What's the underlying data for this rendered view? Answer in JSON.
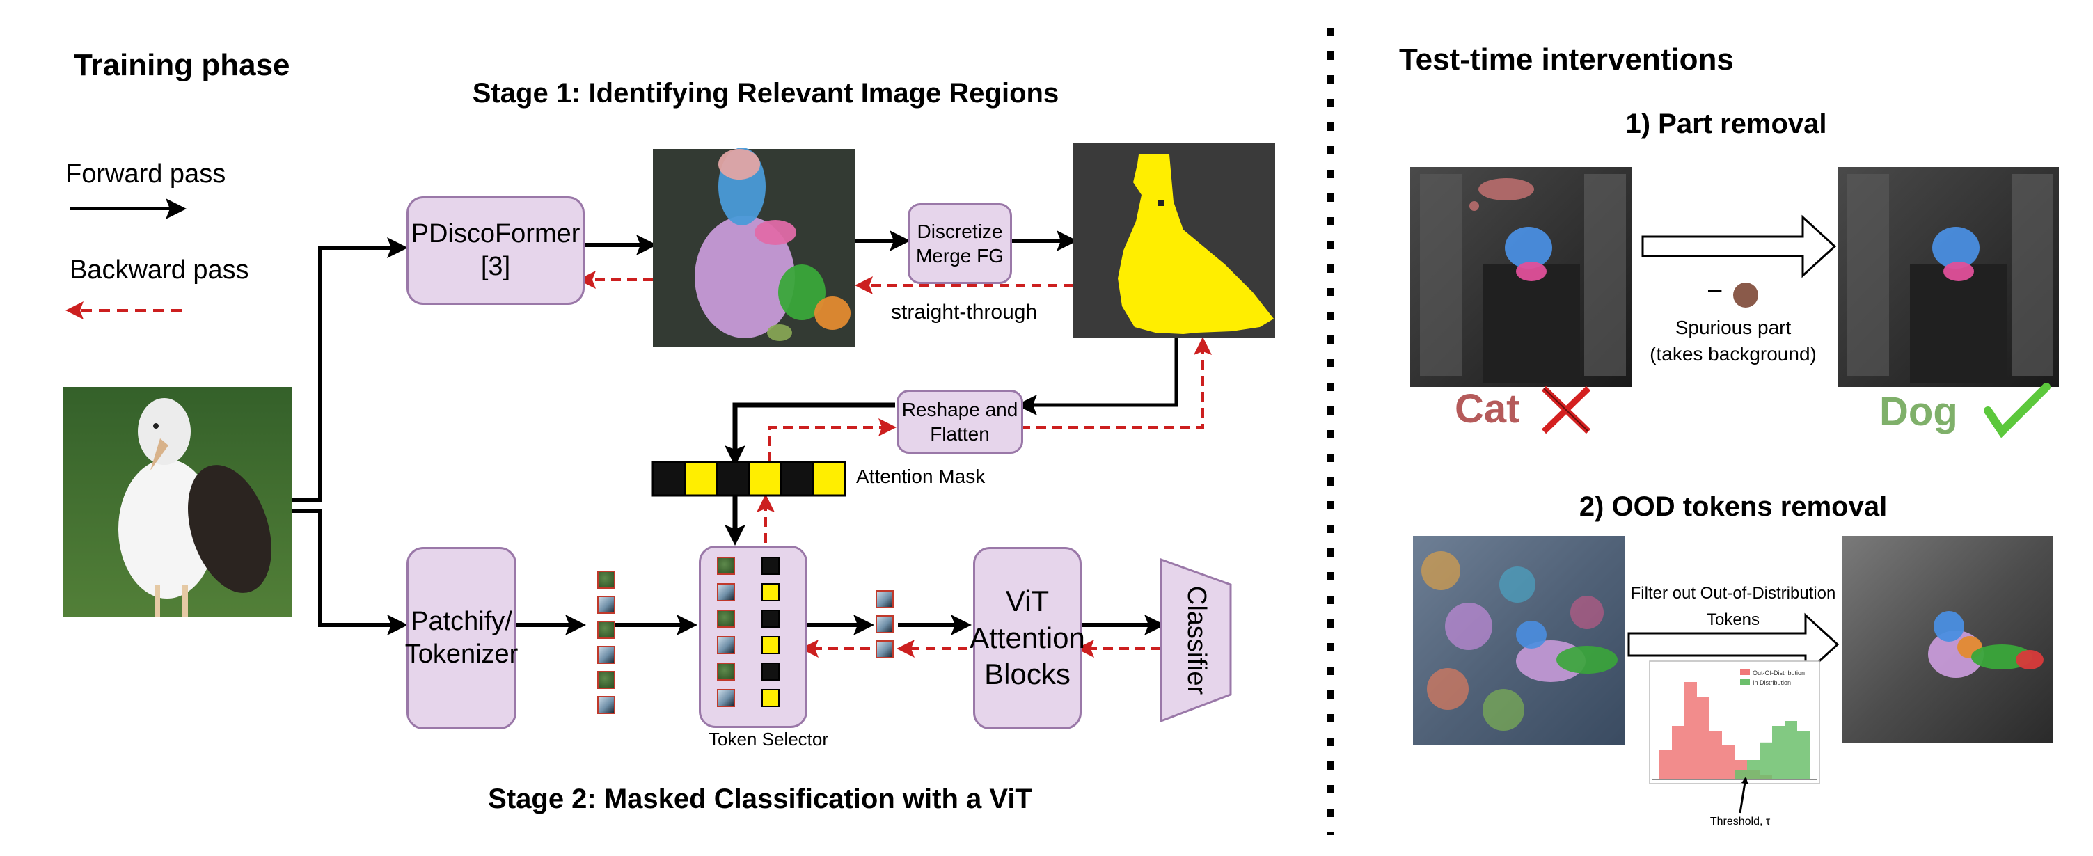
{
  "training": {
    "title": "Training phase",
    "legend": {
      "forward": "Forward pass",
      "backward": "Backward pass"
    },
    "stage1": {
      "title": "Stage 1: Identifying Relevant Image Regions",
      "pdisco_line1": "PDiscoFormer",
      "pdisco_line2": "[3]",
      "discretize_line1": "Discretize",
      "discretize_line2": "Merge FG",
      "straight_through": "straight-through"
    },
    "reshape_line1": "Reshape and",
    "reshape_line2": "Flatten",
    "attention_mask": "Attention Mask",
    "stage2": {
      "title": "Stage 2: Masked Classification with a ViT",
      "patchify_line1": "Patchify/",
      "patchify_line2": "Tokenizer",
      "token_selector": "Token Selector",
      "vit_line1": "ViT",
      "vit_line2": "Attention",
      "vit_line3": "Blocks",
      "classifier": "Classifier"
    }
  },
  "test": {
    "title": "Test-time interventions",
    "part_removal": {
      "title": "1) Part removal",
      "minus": "−",
      "spurious_line1": "Spurious part",
      "spurious_line2": "(takes background)",
      "before_label": "Cat",
      "after_label": "Dog"
    },
    "ood": {
      "title": "2) OOD tokens removal",
      "filter_line1": "Filter out Out-of-Distribution",
      "filter_line2": "Tokens",
      "legend_ood": "Out-Of-Distribution",
      "legend_id": "In Distribution",
      "threshold": "Threshold, τ"
    }
  },
  "colors": {
    "forward": "#000000",
    "backward": "#cc1f1f",
    "mask_yellow": "#ffee00",
    "box_fill": "#e6d5eb",
    "box_border": "#9a78a8",
    "cat_red": "#b55a5a",
    "dog_green": "#7fb06a",
    "hist_ood": "#f07878",
    "hist_id": "#6cbf6c"
  },
  "chart_data": {
    "type": "bar",
    "title": "",
    "series": [
      {
        "name": "Out-Of-Distribution",
        "values": [
          0.3,
          0.55,
          1.0,
          0.85,
          0.5,
          0.35,
          0.2,
          0.1,
          0.05,
          0,
          0,
          0
        ]
      },
      {
        "name": "In Distribution",
        "values": [
          0,
          0,
          0,
          0,
          0,
          0,
          0.1,
          0.2,
          0.38,
          0.55,
          0.6,
          0.5
        ]
      }
    ]
  }
}
